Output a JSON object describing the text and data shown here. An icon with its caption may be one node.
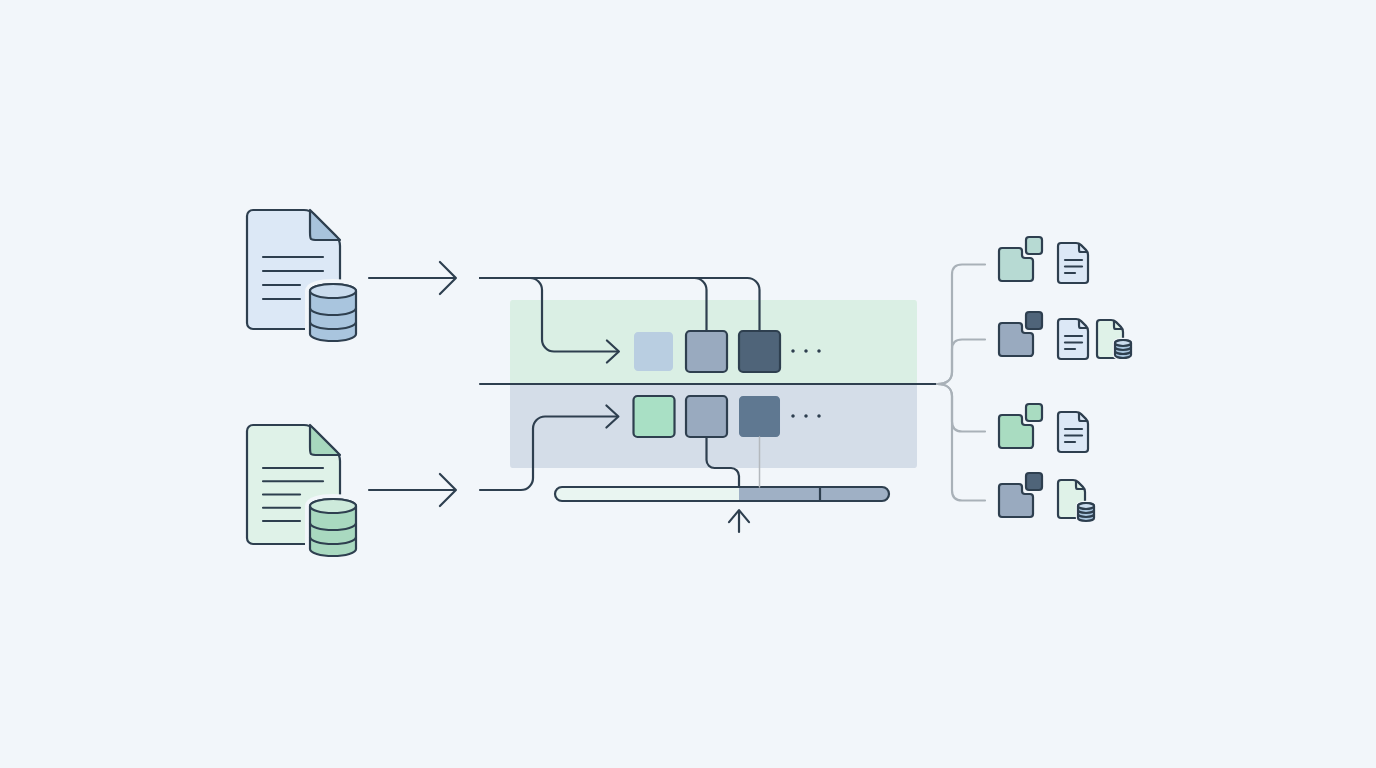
{
  "diagram": {
    "nodes": [
      {
        "text": [],
        "shape": "picture"
      },
      {
        "text": [],
        "shape": "picture"
      },
      {
        "text": [],
        "shape": "box"
      },
      {
        "text": [],
        "shape": "box"
      },
      {
        "text": [],
        "shape": "box",
        "in": 2
      },
      {
        "text": [],
        "shape": "box",
        "in": 2
      },
      {
        "text": [],
        "shape": "box",
        "in": 2
      },
      {
        "text": [],
        "shape": "box",
        "in": 3
      },
      {
        "text": [],
        "shape": "box",
        "in": 3
      },
      {
        "text": [],
        "shape": "box",
        "in": 3
      },
      {
        "text": [],
        "shape": "bar"
      },
      {
        "text": [],
        "shape": "box"
      },
      {
        "text": [],
        "shape": "box"
      },
      {
        "text": [],
        "shape": "box"
      },
      {
        "text": [],
        "shape": "box"
      }
    ],
    "edges": [
      {
        "from": 0,
        "to": null,
        "arrow": "to"
      },
      {
        "from": null,
        "to": 4,
        "arrow": "to"
      },
      {
        "from": null,
        "to": 5,
        "arrow": "none"
      },
      {
        "from": null,
        "to": 6,
        "arrow": "none"
      },
      {
        "from": 1,
        "to": null,
        "arrow": "to"
      },
      {
        "from": null,
        "to": 7,
        "arrow": "to"
      },
      {
        "from": 8,
        "to": 10,
        "arrow": "none"
      },
      {
        "from": 9,
        "to": 10,
        "arrow": "none",
        "color": "#b4b9be"
      },
      {
        "from": null,
        "to": 10,
        "arrow": "to"
      },
      {
        "from": null,
        "to": 11,
        "arrow": "none",
        "color": "#a9b1b8"
      },
      {
        "from": null,
        "to": 12,
        "arrow": "none",
        "color": "#a9b1b8"
      },
      {
        "from": null,
        "to": 13,
        "arrow": "none",
        "color": "#a9b1b8"
      },
      {
        "from": null,
        "to": 14,
        "arrow": "none",
        "color": "#a9b1b8"
      }
    ]
  }
}
